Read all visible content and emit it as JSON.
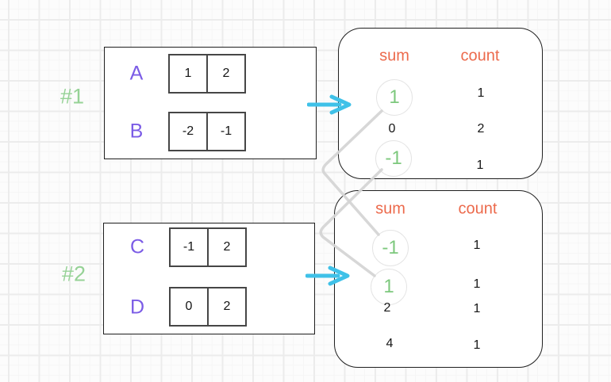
{
  "diagram": {
    "groups": [
      {
        "tag": "#1",
        "arrays": [
          {
            "name": "A",
            "values": [
              "1",
              "2"
            ]
          },
          {
            "name": "B",
            "values": [
              "-2",
              "-1"
            ]
          }
        ]
      },
      {
        "tag": "#2",
        "arrays": [
          {
            "name": "C",
            "values": [
              "-1",
              "2"
            ]
          },
          {
            "name": "D",
            "values": [
              "0",
              "2"
            ]
          }
        ]
      }
    ],
    "tables": [
      {
        "sum_header": "sum",
        "count_header": "count",
        "rows": [
          {
            "sum": "1",
            "count": "1",
            "highlighted": true
          },
          {
            "sum": "0",
            "count": "2",
            "highlighted": false
          },
          {
            "sum": "-1",
            "count": "1",
            "highlighted": true
          }
        ]
      },
      {
        "sum_header": "sum",
        "count_header": "count",
        "rows": [
          {
            "sum": "-1",
            "count": "1",
            "highlighted": true
          },
          {
            "sum": "1",
            "count": "1",
            "highlighted": true
          },
          {
            "sum": "2",
            "count": "1",
            "highlighted": false
          },
          {
            "sum": "4",
            "count": "1",
            "highlighted": false
          }
        ]
      }
    ],
    "colors": {
      "label_purple": "#7b5ce6",
      "tag_green": "#96d296",
      "highlight_green": "#7dc87d",
      "header_orange": "#ec6a4c",
      "arrow_cyan": "#3fc1e8",
      "connector_gray": "#d5d5d5"
    }
  }
}
